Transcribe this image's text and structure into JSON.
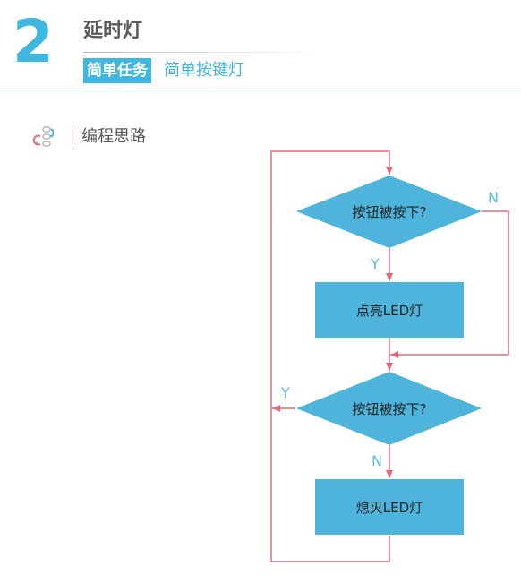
{
  "header": {
    "number": "2",
    "title": "延时灯",
    "badge": "简单任务",
    "subtitle": "简单按键灯"
  },
  "section": {
    "title": "编程思路",
    "icon": "link-chain-icon"
  },
  "flowchart": {
    "decision1": "按钮被按下?",
    "process1": "点亮LED灯",
    "decision2": "按钮被按下?",
    "process2": "熄灭LED灯",
    "label_y1": "Y",
    "label_n1": "N",
    "label_y2": "Y",
    "label_n2": "N"
  },
  "colors": {
    "accent": "#3fb7e0",
    "shape_fill": "#4fb4dc",
    "connector": "#e26b7a",
    "label": "#58bde0"
  }
}
